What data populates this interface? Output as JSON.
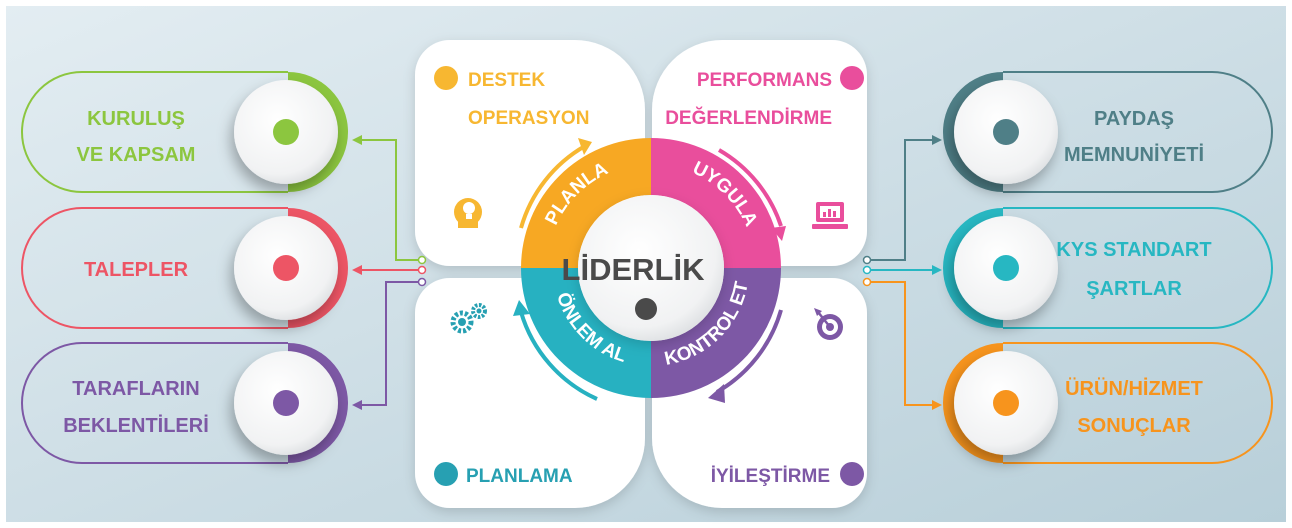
{
  "center": {
    "title": "LİDERLİK"
  },
  "left_items": [
    {
      "line1": "KURULUŞ",
      "line2": "VE KAPSAM",
      "color": "#8cc63f"
    },
    {
      "line1": "TALEPLER",
      "line2": "",
      "color": "#ed5565"
    },
    {
      "line1": "TARAFLARIN",
      "line2": "BEKLENTİLERİ",
      "color": "#7d58a5"
    }
  ],
  "right_items": [
    {
      "line1": "PAYDAŞ",
      "line2": "MEMNUNİYETİ",
      "color": "#4f7f87"
    },
    {
      "line1": "KYS STANDART",
      "line2": "ŞARTLAR",
      "color": "#27b7c2"
    },
    {
      "line1": "ÜRÜN/HİZMET",
      "line2": "SONUÇLAR",
      "color": "#f7941d"
    }
  ],
  "quadrants": [
    {
      "line1": "DESTEK",
      "line2": "OPERASYON",
      "color": "#f7b731",
      "icon": "lightbulb-head-icon"
    },
    {
      "line1": "PERFORMANS",
      "line2": "DEĞERLENDİRME",
      "color": "#e94e9c",
      "icon": "computer-chart-icon"
    },
    {
      "line1": "PLANLAMA",
      "line2": "",
      "color": "#27a0b2",
      "icon": "gears-icon"
    },
    {
      "line1": "İYİLEŞTİRME",
      "line2": "",
      "color": "#7d58a5",
      "icon": "target-icon"
    }
  ],
  "cycle": [
    {
      "label": "PLANLA",
      "color": "#f7a823"
    },
    {
      "label": "UYGULA",
      "color": "#e94e9c"
    },
    {
      "label": "KONTROL ET",
      "color": "#7d58a5"
    },
    {
      "label": "ÖNLEM AL",
      "color": "#27b1c1"
    }
  ]
}
